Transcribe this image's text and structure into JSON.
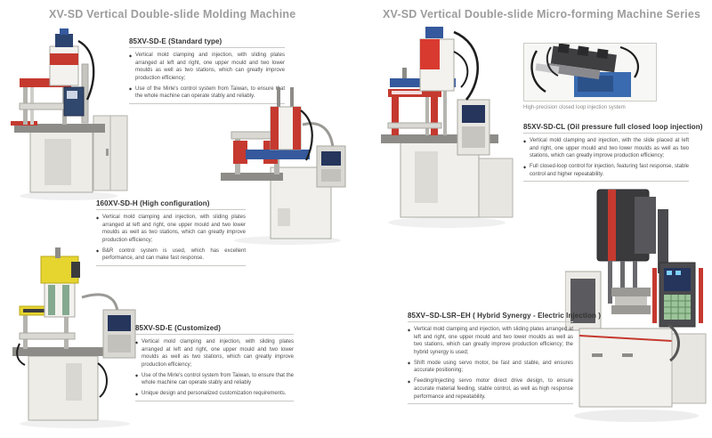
{
  "left_page": {
    "title": "XV-SD Vertical Double-slide Molding Machine",
    "sections": [
      {
        "heading": "85XV-SD-E (Standard type)",
        "bullets": [
          "Vertical mold clamping and injection, with sliding plates arranged at left and right, one upper mould and two lower moulds as well as two stations, which can greatly improve production efficiency;",
          "Use of the Mirle's control system from Taiwan, to ensure that the whole machine can operate stably and reliably."
        ]
      },
      {
        "heading": "160XV-SD-H (High configuration)",
        "bullets": [
          "Vertical mold clamping and injection, with sliding plates arranged at left and right, one upper mould and two lower moulds as well as two stations, which can greatly improve production efficiency;",
          "B&R control system is used, which has excellent performance, and can make fast response."
        ]
      },
      {
        "heading": "85XV-SD-E (Customized)",
        "bullets": [
          "Vertical mold clamping and injection, with sliding plates arranged at left and right, one upper mould and two lower moulds as well as two stations, which can greatly improve production efficiency;",
          "Use of the Mirle's control system from Taiwan, to ensure that the whole machine can operate stably and reliably",
          "Unique design and personalized customization requirements."
        ]
      }
    ]
  },
  "right_page": {
    "title": "XV-SD Vertical Double-slide Micro-forming Machine Series",
    "photo_caption": "High-precision closed loop injection system",
    "sections": [
      {
        "heading": "85XV-SD-CL (Oil pressure full closed loop injection)",
        "bullets": [
          "Vertical mold clamping and injection, with the slide placed at left and right, one upper mould and two lower moulds as well as two stations, which can greatly improve production efficiency;",
          "Full closed-loop control for injection, featuring fast response, stable control and higher repeatability."
        ]
      },
      {
        "heading": "85XV–SD-LSR–EH ( Hybrid Synergy - Electric Injection )",
        "bullets": [
          "Vertical mold clamping and injection, with sliding plates arranged at left and right, one upper mould and two lower moulds as well as two stations, which can greatly improve production efficiency; the hybrid synergy is used;",
          "Shift mode using servo motor, be fast and stable, and ensures accurate positioning;",
          "Feeding/Injecting servo motor direct drive design, to ensure accurate material feeding, stable control, as well as high response performance and repeatability."
        ]
      }
    ]
  },
  "colors": {
    "accent_red": "#c5392f",
    "accent_blue": "#35599c",
    "accent_yellow": "#e6d42f",
    "title_gray": "#9c9c9c"
  }
}
